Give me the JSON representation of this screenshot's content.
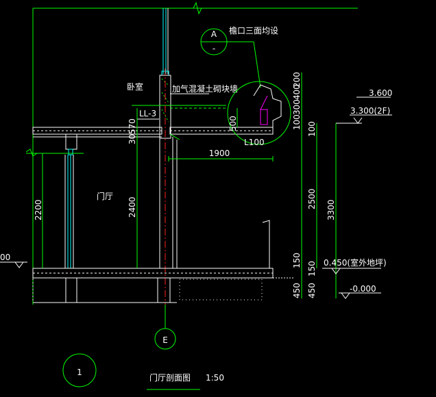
{
  "title": {
    "number": "1",
    "name": "门厅剖面图",
    "scale": "1:50"
  },
  "rooms": {
    "bedroom": "卧室",
    "hall": "门厅"
  },
  "detail": {
    "ref_letter": "A",
    "ref_sheet": "-",
    "note": "檐口三面均设",
    "wall_note": "加气混凝土砌块墙",
    "member_label": "L100"
  },
  "beam_label": "LL-3",
  "axis_label": "E",
  "dimensions": {
    "h_1900": "1900",
    "v_2200": "2200",
    "v_2400": "2400",
    "v_570": "570",
    "v_30": "30",
    "v_500": "500",
    "v_200": "200",
    "v_400": "400",
    "v_300": "300",
    "v_100a": "100",
    "v_100b": "100",
    "v_2500": "2500",
    "v_3300": "3300",
    "v_150a": "150",
    "v_150b": "150",
    "v_450a": "450",
    "v_450b": "450"
  },
  "elevations": {
    "e_3600": "3.600",
    "e_3300": "3.300(2F)",
    "e_0450": "0.450(室外地坪)",
    "e_0000": "-0.000",
    "e_left_partial": "00"
  }
}
